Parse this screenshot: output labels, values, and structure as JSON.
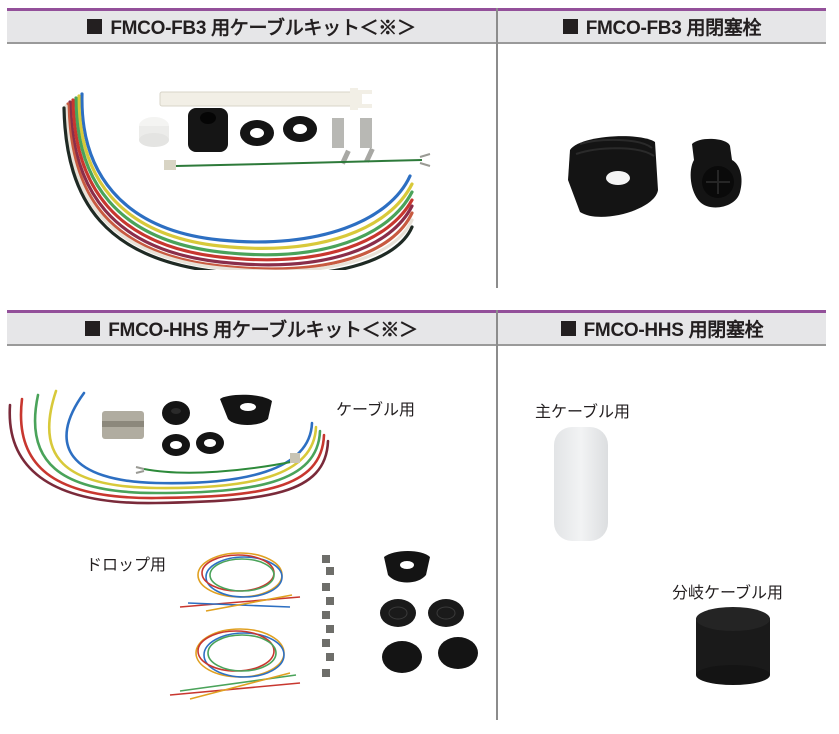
{
  "sections": [
    {
      "left_header": "FMCO-FB3 用ケーブルキット＜※＞",
      "right_header": "FMCO-FB3 用閉塞栓"
    },
    {
      "left_header": "FMCO-HHS 用ケーブルキット＜※＞",
      "right_header": "FMCO-HHS 用閉塞栓",
      "labels": {
        "cable_use": "ケーブル用",
        "drop_use": "ドロップ用",
        "main_cable_use": "主ケーブル用",
        "branch_cable_use": "分岐ケーブル用"
      }
    }
  ],
  "colors": {
    "header_accent": "#93509a",
    "header_bg": "#e6e6e8",
    "divider": "#8c8c8c"
  }
}
